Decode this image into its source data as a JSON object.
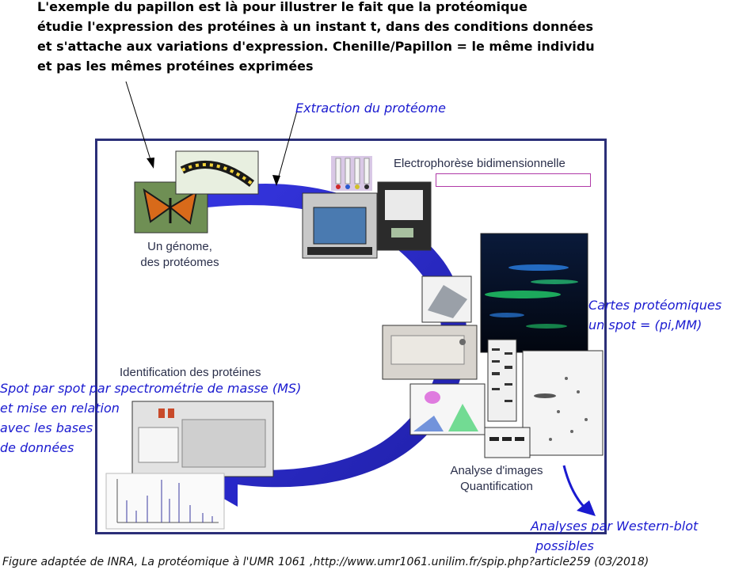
{
  "intro": {
    "lines": [
      "L'exemple du papillon est là pour illustrer le fait que la protéomique",
      "étudie l'expression des protéines à un instant t, dans des conditions données",
      "et s'attache aux variations d'expression. Chenille/Papillon = le même individu",
      "et pas les mêmes protéines exprimées"
    ]
  },
  "annotations": {
    "extraction": "Extraction du protéome",
    "cartes_line1": "Cartes protéomiques",
    "cartes_line2": "un spot = (pi,MM)",
    "spot_lines": [
      "Spot par spot par spectrométrie de masse (MS)",
      "et mise en relation",
      "avec les bases",
      "de données"
    ],
    "western_line1": "Analyses par Western-blot",
    "western_line2": "possibles"
  },
  "diagram": {
    "genome_line1": "Un génome,",
    "genome_line2": "des protéomes",
    "electrophorese": "Electrophorèse bidimensionnelle",
    "identification": "Identification des protéines",
    "analyse_line1": "Analyse d'images",
    "analyse_line2": "Quantification"
  },
  "caption": "Figure adaptée de INRA, La protéomique à l'UMR 1061 ,http://www.umr1061.unilim.fr/spip.php?article259 (03/2018)",
  "colors": {
    "frame": "#2b2f78",
    "ring": "#2727c8",
    "annotation_text": "#1a1ad0"
  }
}
